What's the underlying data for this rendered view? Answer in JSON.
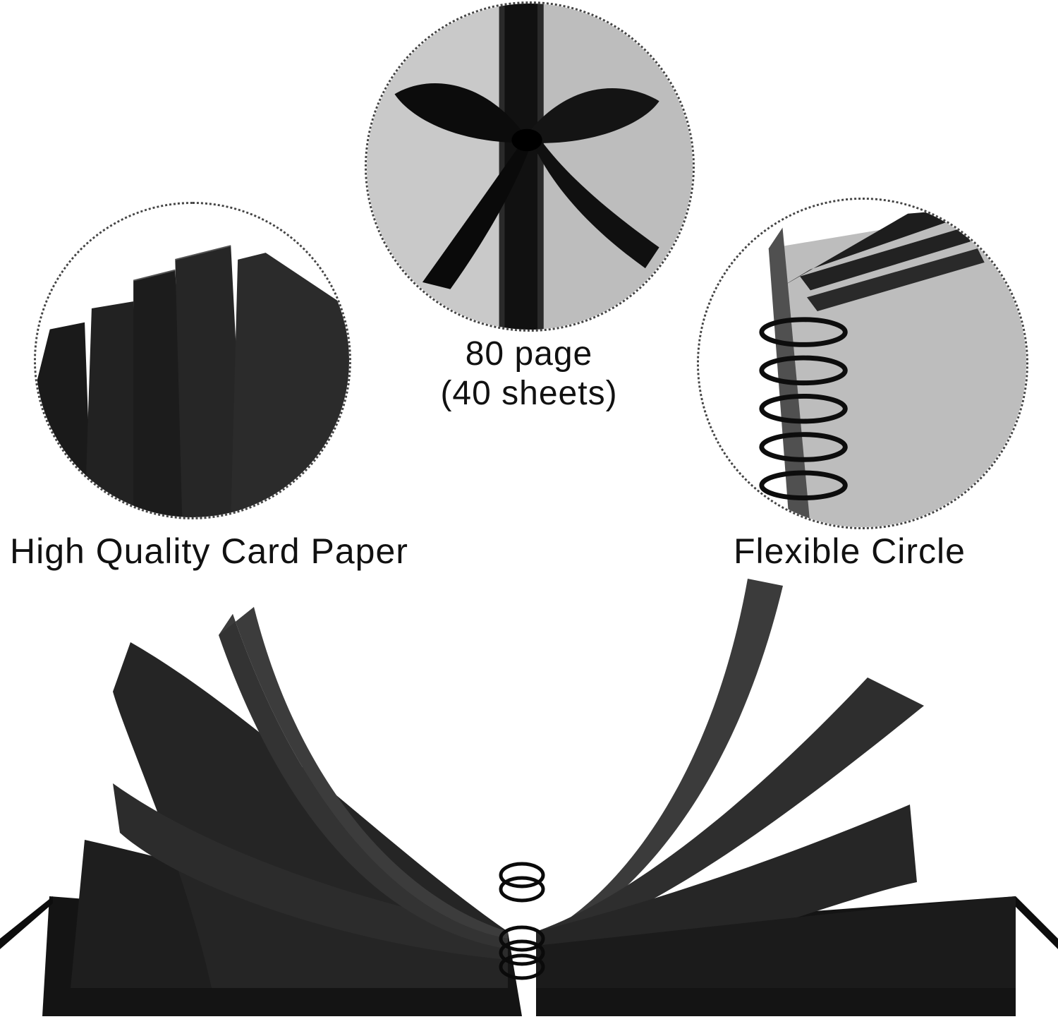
{
  "captions": {
    "paper": "High Quality Card Paper",
    "pages_line1": "80 page",
    "pages_line2": "(40 sheets)",
    "circle": "Flexible Circle"
  },
  "colors": {
    "background": "#ffffff",
    "page_black": "#1b1b1b",
    "cover_gray": "#bdbdbd",
    "text": "#111111"
  },
  "images": {
    "paper_detail": "black-card-paper-sheets",
    "ribbon_detail": "black-satin-ribbon-bow",
    "spiral_detail": "black-spiral-binding-rings",
    "album": "open-black-scrapbook-album"
  }
}
